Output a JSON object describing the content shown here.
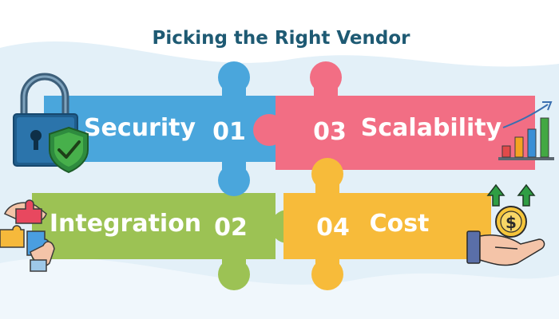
{
  "title": "Picking the Right Vendor",
  "colors": {
    "title": "#1e5a73",
    "security": "#4aa6dc",
    "scalability": "#f26e84",
    "integration": "#9cc254",
    "cost": "#f7bb3a",
    "background_band": "#e3f0f8"
  },
  "pieces": [
    {
      "key": "security",
      "label": "Security",
      "number": "01",
      "icon": "padlock-shield-check-icon"
    },
    {
      "key": "integration",
      "label": "Integration",
      "number": "02",
      "icon": "puzzle-hands-icon"
    },
    {
      "key": "scalability",
      "label": "Scalability",
      "number": "03",
      "icon": "growth-bar-chart-icon"
    },
    {
      "key": "cost",
      "label": "Cost",
      "number": "04",
      "icon": "hand-coin-arrows-icon"
    }
  ]
}
